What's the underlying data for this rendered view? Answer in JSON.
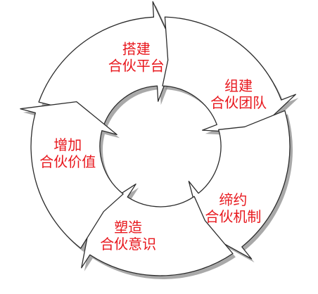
{
  "colors": {
    "label": "#e8181e",
    "segment_fill": "#ffffff",
    "segment_stroke": "#2b2b2b",
    "segment_shadow": "#8c8c8c"
  },
  "segments": [
    {
      "line1": "搭建",
      "line2": "合伙平台"
    },
    {
      "line1": "组建",
      "line2": "合伙团队"
    },
    {
      "line1": "缔约",
      "line2": "合伙机制"
    },
    {
      "line1": "塑造",
      "line2": "合伙意识"
    },
    {
      "line1": "增加",
      "line2": "合伙价值"
    }
  ]
}
